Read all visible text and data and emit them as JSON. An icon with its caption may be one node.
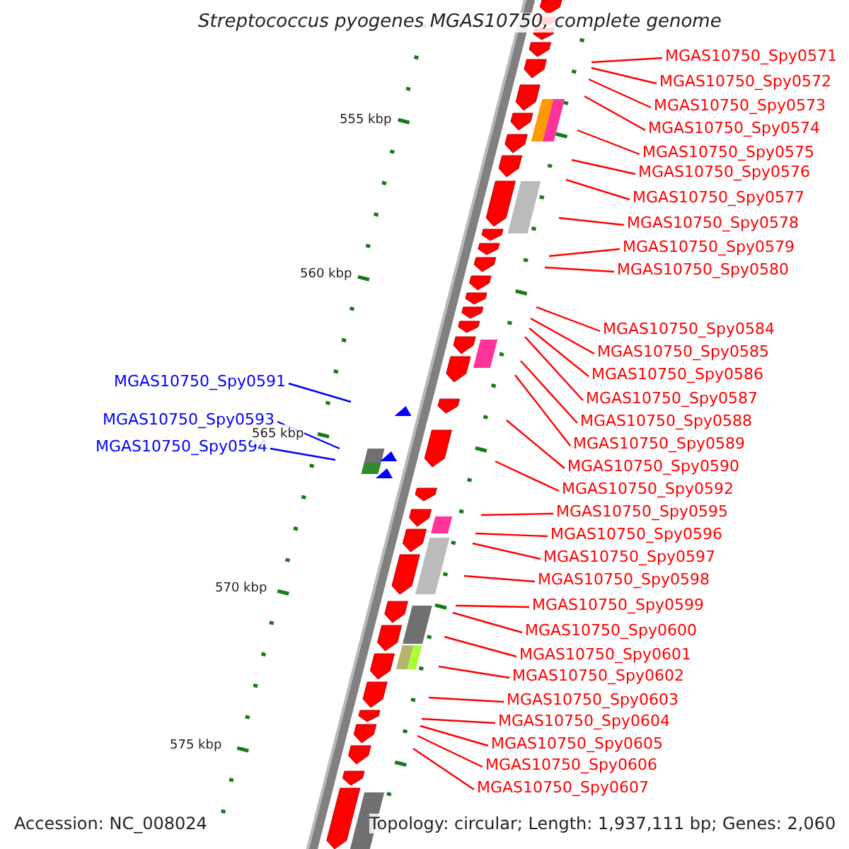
{
  "diagram": {
    "title": "Streptococcus pyogenes MGAS10750, complete genome",
    "nodes": [
      {
        "text": [
          "MGAS10750_Spy0571"
        ]
      },
      {
        "text": [
          "MGAS10750_Spy0572"
        ]
      },
      {
        "text": [
          "MGAS10750_Spy0573"
        ]
      },
      {
        "text": [
          "MGAS10750_Spy0574"
        ]
      },
      {
        "text": [
          "MGAS10750_Spy0575"
        ]
      },
      {
        "text": [
          "MGAS10750_Spy0576"
        ]
      },
      {
        "text": [
          "MGAS10750_Spy0577"
        ]
      },
      {
        "text": [
          "MGAS10750_Spy0578"
        ]
      },
      {
        "text": [
          "MGAS10750_Spy0579"
        ]
      },
      {
        "text": [
          "MGAS10750_Spy0580"
        ]
      },
      {
        "text": [
          "MGAS10750_Spy0584"
        ]
      },
      {
        "text": [
          "MGAS10750_Spy0585"
        ]
      },
      {
        "text": [
          "MGAS10750_Spy0586"
        ]
      },
      {
        "text": [
          "MGAS10750_Spy0587"
        ]
      },
      {
        "text": [
          "MGAS10750_Spy0588"
        ]
      },
      {
        "text": [
          "MGAS10750_Spy0589"
        ]
      },
      {
        "text": [
          "MGAS10750_Spy0590"
        ]
      },
      {
        "text": [
          "MGAS10750_Spy0591"
        ]
      },
      {
        "text": [
          "MGAS10750_Spy0592"
        ]
      },
      {
        "text": [
          "MGAS10750_Spy0593"
        ]
      },
      {
        "text": [
          "MGAS10750_Spy0594"
        ]
      },
      {
        "text": [
          "MGAS10750_Spy0595"
        ]
      },
      {
        "text": [
          "MGAS10750_Spy0596"
        ]
      },
      {
        "text": [
          "MGAS10750_Spy0597"
        ]
      },
      {
        "text": [
          "MGAS10750_Spy0598"
        ]
      },
      {
        "text": [
          "MGAS10750_Spy0599"
        ]
      },
      {
        "text": [
          "MGAS10750_Spy0600"
        ]
      },
      {
        "text": [
          "MGAS10750_Spy0601"
        ]
      },
      {
        "text": [
          "MGAS10750_Spy0602"
        ]
      },
      {
        "text": [
          "MGAS10750_Spy0603"
        ]
      },
      {
        "text": [
          "MGAS10750_Spy0604"
        ]
      },
      {
        "text": [
          "MGAS10750_Spy0605"
        ]
      },
      {
        "text": [
          "MGAS10750_Spy0606"
        ]
      },
      {
        "text": [
          "MGAS10750_Spy0607"
        ]
      }
    ],
    "edges": [
      {
        "from": 0,
        "to": null,
        "arrow": "none"
      },
      {
        "from": 1,
        "to": null,
        "arrow": "none"
      },
      {
        "from": 2,
        "to": null,
        "arrow": "none"
      },
      {
        "from": 3,
        "to": null,
        "arrow": "none"
      },
      {
        "from": 4,
        "to": null,
        "arrow": "none"
      },
      {
        "from": 5,
        "to": null,
        "arrow": "none"
      },
      {
        "from": 6,
        "to": null,
        "arrow": "none"
      },
      {
        "from": 7,
        "to": null,
        "arrow": "none"
      },
      {
        "from": 8,
        "to": null,
        "arrow": "none"
      },
      {
        "from": 9,
        "to": null,
        "arrow": "none"
      },
      {
        "from": 10,
        "to": null,
        "arrow": "none"
      },
      {
        "from": 11,
        "to": null,
        "arrow": "none"
      },
      {
        "from": 12,
        "to": null,
        "arrow": "none"
      },
      {
        "from": 13,
        "to": null,
        "arrow": "none"
      },
      {
        "from": 14,
        "to": null,
        "arrow": "none"
      },
      {
        "from": 15,
        "to": null,
        "arrow": "none"
      },
      {
        "from": 16,
        "to": null,
        "arrow": "none"
      },
      {
        "from": 17,
        "to": null,
        "arrow": "none",
        "color": "#0000ff"
      },
      {
        "from": 18,
        "to": null,
        "arrow": "none"
      },
      {
        "from": 19,
        "to": null,
        "arrow": "none",
        "color": "#0000ff"
      },
      {
        "from": 20,
        "to": null,
        "arrow": "none",
        "color": "#0000ff"
      },
      {
        "from": 21,
        "to": null,
        "arrow": "none"
      },
      {
        "from": 22,
        "to": null,
        "arrow": "none"
      },
      {
        "from": 23,
        "to": null,
        "arrow": "none"
      },
      {
        "from": 24,
        "to": null,
        "arrow": "none"
      },
      {
        "from": 25,
        "to": null,
        "arrow": "none"
      },
      {
        "from": 26,
        "to": null,
        "arrow": "none"
      },
      {
        "from": 27,
        "to": null,
        "arrow": "none"
      },
      {
        "from": 28,
        "to": null,
        "arrow": "none"
      },
      {
        "from": 29,
        "to": null,
        "arrow": "none"
      },
      {
        "from": 30,
        "to": null,
        "arrow": "none"
      },
      {
        "from": 31,
        "to": null,
        "arrow": "none"
      },
      {
        "from": 32,
        "to": null,
        "arrow": "none"
      },
      {
        "from": 33,
        "to": null,
        "arrow": "none"
      }
    ],
    "labels": [
      "555 kbp",
      "560 kbp",
      "565 kbp",
      "570 kbp",
      "575 kbp",
      "Accession: NC_008024",
      "Topology: circular; Length: 1,937,111 bp; Genes: 2,060"
    ]
  }
}
